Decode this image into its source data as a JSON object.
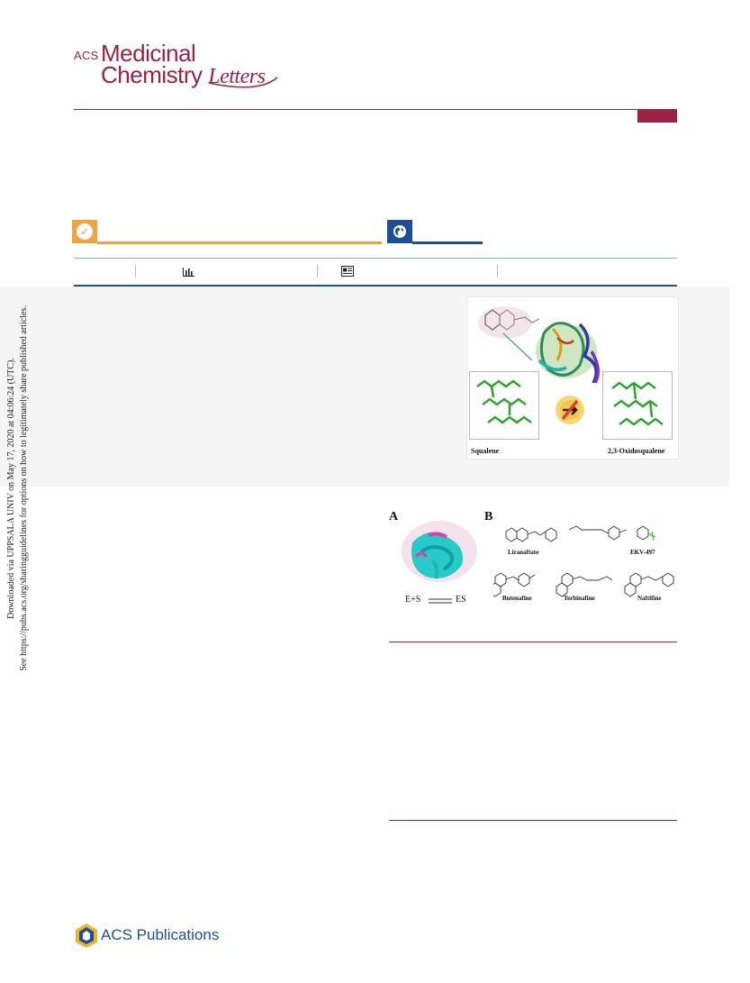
{
  "journal": {
    "acs": "ACS",
    "line1": "Medicinal",
    "line2a": "Chemistry",
    "line2b": "Letters"
  },
  "badges": {
    "check_icon": "check-circle-icon",
    "globe_icon": "globe-icon"
  },
  "metrics": {
    "chart_icon": "bar-chart-icon",
    "article_icon": "article-icon"
  },
  "toc_graphic": {
    "left_label": "Squalene",
    "right_label": "2,3-Oxidosqualene"
  },
  "side_notice": {
    "line1": "Downloaded via UPPSALA UNIV on May 17, 2020 at 04:06:24 (UTC).",
    "line2": "See https://pubs.acs.org/sharingguidelines for options on how to legitimately share published articles."
  },
  "figure1": {
    "panel_a": "A",
    "panel_b": "B",
    "equilibrium_left": "E+S",
    "equilibrium_right": "ES",
    "molecules": [
      "Liranaftate",
      "EKV-497",
      "Butenafine",
      "Terbinafine",
      "Naftifine"
    ]
  },
  "footer": {
    "publisher": "ACS Publications"
  },
  "colors": {
    "brand": "#9b2242",
    "orange": "#f0a340",
    "blue": "#1f4e99",
    "band": "#f5f5f5"
  }
}
